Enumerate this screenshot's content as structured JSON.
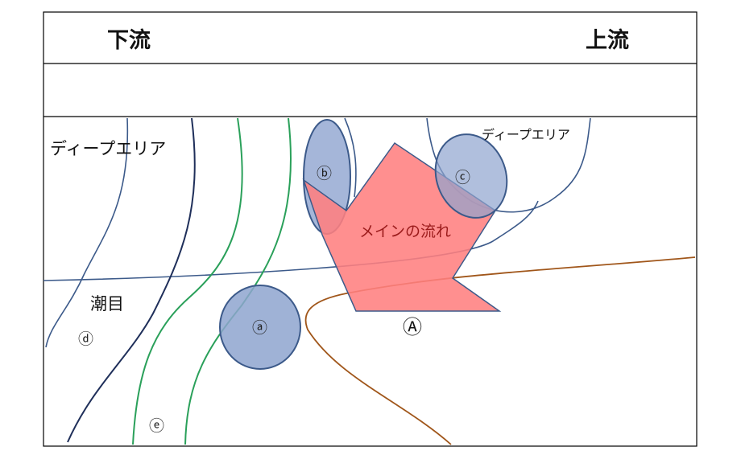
{
  "header": {
    "left_label": "下流",
    "right_label": "上流"
  },
  "labels": {
    "deep_area_left": "ディープエリア",
    "deep_area_right": "ディープエリア",
    "tide_line": "潮目",
    "main_flow": "メインの流れ",
    "point_main": "Ⓐ",
    "point_a": "ⓐ",
    "point_b": "ⓑ",
    "point_c": "ⓒ",
    "point_d": "ⓓ",
    "point_e": "ⓔ"
  },
  "colors": {
    "frame": "#000000",
    "spot_fill": "#8ea4cf",
    "spot_stroke": "#3c5a8a",
    "main_flow_fill": "#ff7f7f",
    "main_flow_stroke": "#3c5a8a",
    "contour_dark": "#1f2f5a",
    "contour_blue": "#3c5a8a",
    "contour_green": "#2aa05a",
    "contour_brown": "#a0561a"
  }
}
